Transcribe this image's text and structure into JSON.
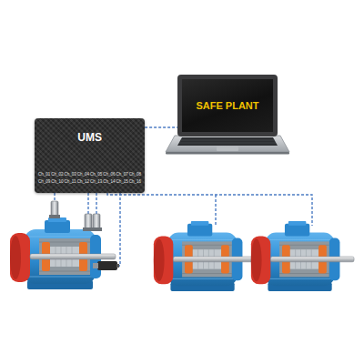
{
  "diagram": {
    "nodes": [
      {
        "text": [
          "SAFE PLANT"
        ]
      },
      {
        "text": [
          "UMS",
          "Ch_01",
          "Ch_02",
          "Ch_03",
          "Ch_04",
          "Ch_05",
          "Ch_06",
          "Ch_07",
          "Ch_08",
          "Ch_09",
          "Ch_10",
          "Ch_11",
          "Ch_12",
          "Ch_13",
          "Ch_14",
          "Ch_15",
          "Ch_16"
        ]
      }
    ],
    "edges": [
      {
        "from": 1,
        "to": 0,
        "arrow": "none"
      }
    ]
  }
}
